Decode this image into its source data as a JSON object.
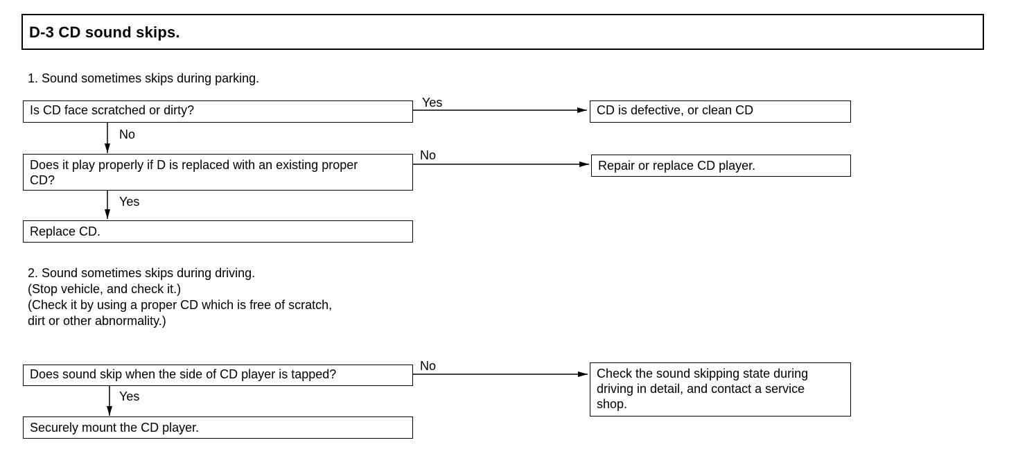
{
  "title": "D-3 CD sound skips.",
  "section1": {
    "heading": "1. Sound sometimes skips during parking.",
    "q1": "Is CD face scratched or dirty?",
    "q1_yes_label": "Yes",
    "q1_yes_result": "CD is defective, or clean CD",
    "q1_no_label": "No",
    "q2_line1": "Does it play properly if D is replaced with an existing proper",
    "q2_line2": "CD?",
    "q2_no_label": "No",
    "q2_no_result": "Repair or replace CD player.",
    "q2_yes_label": "Yes",
    "q2_yes_result": "Replace CD."
  },
  "section2": {
    "heading_line1": "2. Sound sometimes skips during driving.",
    "heading_line2": "(Stop vehicle, and check it.)",
    "heading_line3": "(Check it by using a proper CD which is free of scratch,",
    "heading_line4": "dirt or other abnormality.)",
    "q1": "Does sound skip when the side of CD player is tapped?",
    "q1_no_label": "No",
    "q1_no_result_line1": "Check the sound skipping state during",
    "q1_no_result_line2": "driving in detail, and contact a service",
    "q1_no_result_line3": "shop.",
    "q1_yes_label": "Yes",
    "q1_yes_result": "Securely mount the CD player."
  }
}
